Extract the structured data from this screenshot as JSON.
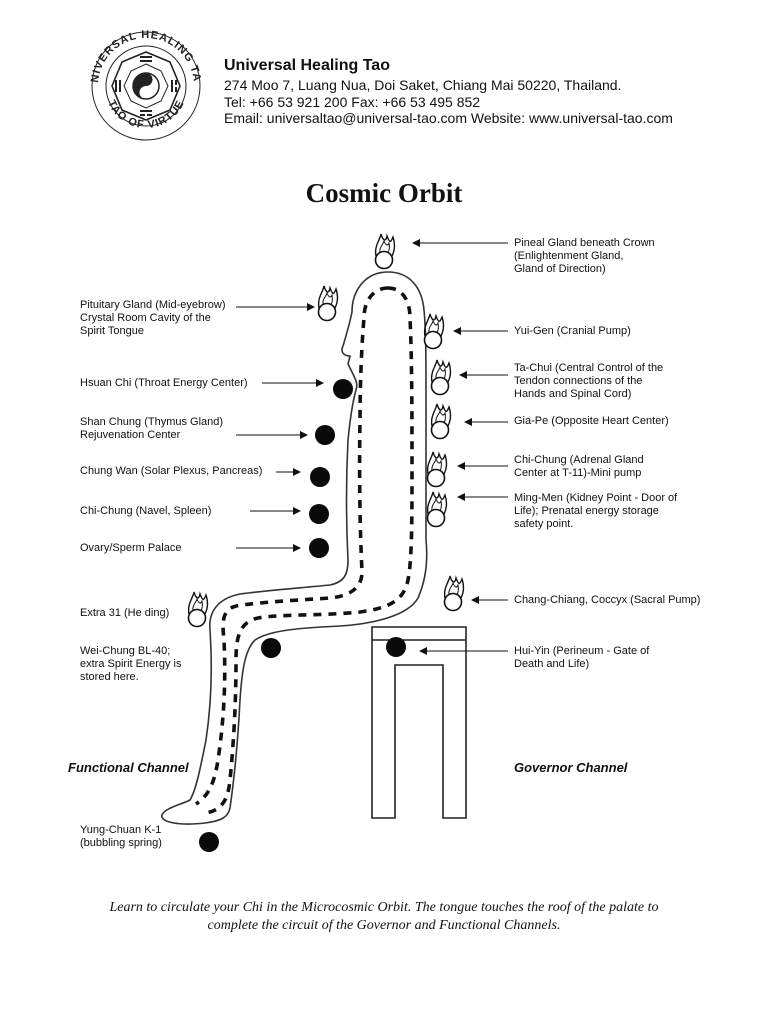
{
  "logo": {
    "ring_top": "UNIVERSAL HEALING TAO",
    "ring_bottom": "TAO OF VIRTUE"
  },
  "header": {
    "name": "Universal Healing Tao",
    "address": "274 Moo 7, Luang Nua, Doi Saket, Chiang Mai 50220, Thailand.",
    "phone": "Tel: +66 53 921 200 Fax: +66 53 495 852",
    "email": "Email: universaltao@universal-tao.com Website: www.universal-tao.com"
  },
  "title": "Cosmic Orbit",
  "left_labels": [
    [
      "Pituitary Gland (Mid-eyebrow)",
      "Crystal Room Cavity of the",
      "Spirit Tongue"
    ],
    [
      "Hsuan Chi (Throat Energy Center)"
    ],
    [
      "Shan Chung (Thymus Gland)",
      "Rejuvenation Center"
    ],
    [
      "Chung Wan (Solar Plexus, Pancreas)"
    ],
    [
      "Chi-Chung (Navel, Spleen)"
    ],
    [
      "Ovary/Sperm Palace"
    ],
    [
      "Extra 31 (He ding)"
    ],
    [
      "Wei-Chung BL-40;",
      "extra Spirit Energy is",
      "stored here."
    ],
    [
      "Yung-Chuan K-1",
      "(bubbling spring)"
    ]
  ],
  "right_labels": [
    [
      "Pineal Gland beneath Crown",
      "(Enlightenment Gland,",
      "Gland of Direction)"
    ],
    [
      "Yui-Gen (Cranial Pump)"
    ],
    [
      "Ta-Chui (Central Control of the",
      "Tendon connections of the",
      "Hands and Spinal Cord)"
    ],
    [
      "Gia-Pe (Opposite Heart Center)"
    ],
    [
      "Chi-Chung (Adrenal Gland",
      "Center at T-11)-Mini pump"
    ],
    [
      "Ming-Men (Kidney Point - Door of",
      "Life); Prenatal energy storage",
      "safety point."
    ],
    [
      "Chang-Chiang, Coccyx (Sacral Pump)"
    ],
    [
      "Hui-Yin (Perineum - Gate of",
      "Death and Life)"
    ]
  ],
  "channels": {
    "functional": "Functional Channel",
    "governor": "Governor Channel"
  },
  "caption": {
    "line1": "Learn to circulate your Chi in the Microcosmic Orbit. The tongue touches the roof of the palate to",
    "line2": "complete the circuit of the Governor and Functional Channels."
  }
}
